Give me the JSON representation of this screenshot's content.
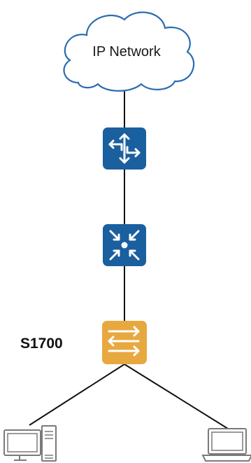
{
  "diagram": {
    "cloud_label": "IP Network",
    "switch_label": "S1700",
    "nodes": [
      {
        "name": "ip-network-cloud",
        "type": "cloud"
      },
      {
        "name": "router",
        "type": "router",
        "color": "#1a5f9e"
      },
      {
        "name": "aggregation-switch",
        "type": "layer3-switch",
        "color": "#1a5f9e"
      },
      {
        "name": "access-switch-s1700",
        "type": "access-switch",
        "color": "#e8a840"
      },
      {
        "name": "desktop-pc",
        "type": "pc"
      },
      {
        "name": "laptop",
        "type": "laptop"
      }
    ],
    "links": [
      [
        "ip-network-cloud",
        "router"
      ],
      [
        "router",
        "aggregation-switch"
      ],
      [
        "aggregation-switch",
        "access-switch-s1700"
      ],
      [
        "access-switch-s1700",
        "desktop-pc"
      ],
      [
        "access-switch-s1700",
        "laptop"
      ]
    ],
    "colors": {
      "cloud_stroke": "#2a6cb0",
      "router_fill": "#1a5f9e",
      "agg_switch_fill": "#1a5f9e",
      "access_switch_fill": "#e8a840",
      "link": "#111111",
      "terminal_stroke": "#7a7a7a"
    }
  }
}
